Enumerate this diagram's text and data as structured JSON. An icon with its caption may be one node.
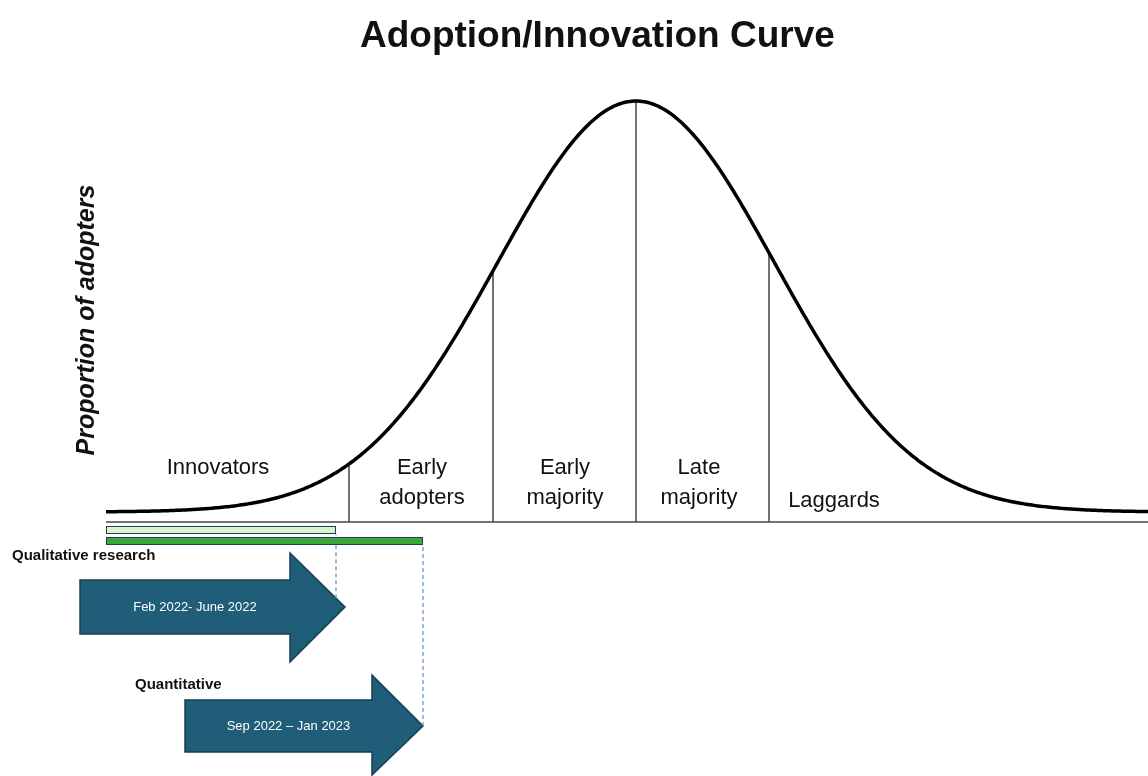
{
  "diagram": {
    "title": "Adoption/Innovation Curve",
    "nodes": [
      {
        "text": [],
        "shape": "bar"
      },
      {
        "text": [],
        "shape": "bar"
      },
      {
        "text": [
          "Qualitative research",
          "Feb 2022- June 2022"
        ]
      },
      {
        "text": [
          "Quantitative",
          "Sep 2022 – Jan 2023"
        ]
      }
    ],
    "edges": [
      {
        "from": 2,
        "to": 0,
        "arrow": "none",
        "style": "dashed"
      },
      {
        "from": 3,
        "to": 1,
        "arrow": "none",
        "style": "dashed"
      }
    ],
    "labels": [
      "Proportion of adopters",
      "Innovators",
      "Early adopters",
      "Early majority",
      "Late majority",
      "Laggards"
    ]
  }
}
